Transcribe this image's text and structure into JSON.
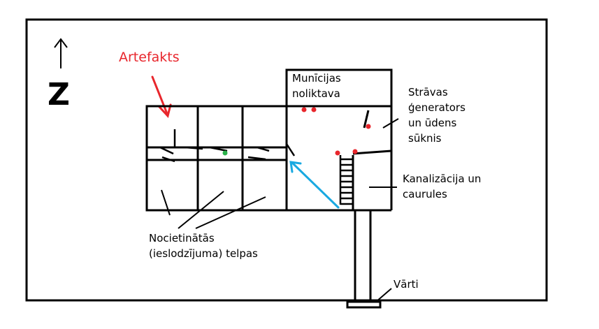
{
  "compass": {
    "north_letter": "Z",
    "icon": "arrow-up-icon"
  },
  "labels": {
    "artifact": "Artefakts",
    "ammo_storage": [
      "Munīcijas",
      "noliktava"
    ],
    "generator_pump": [
      "Strāvas",
      "ģenerators",
      "un ūdens",
      "sūknis"
    ],
    "sewer_pipes": [
      "Kanalizācija un",
      "caurules"
    ],
    "fortified_cells": [
      "Nocietinātās",
      "(ieslodzījuma) telpas"
    ],
    "gate": "Vārti"
  },
  "colors": {
    "ink": "#000000",
    "artifact": "#e8262c",
    "route_arrow": "#19a9e1",
    "red_marker": "#e8262c",
    "green_marker": "#2ab24a"
  }
}
